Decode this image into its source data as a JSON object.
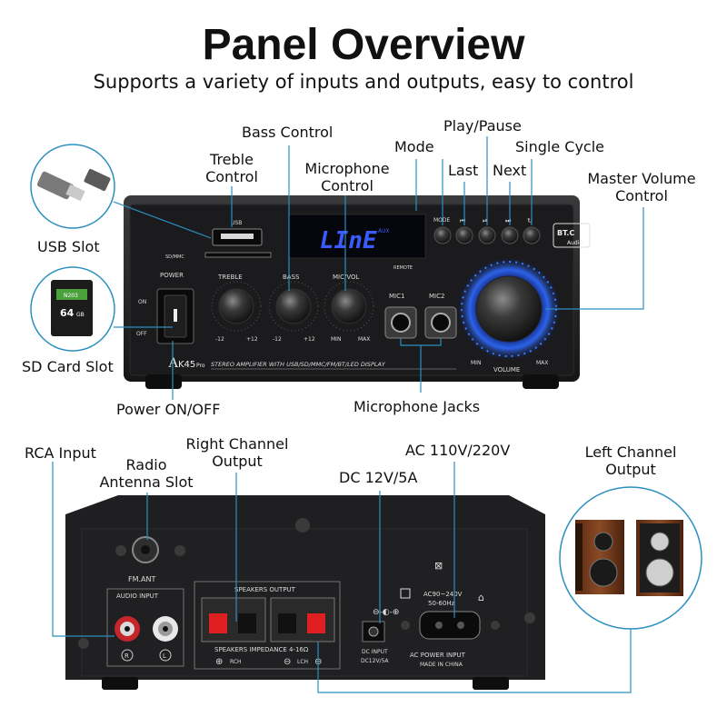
{
  "header": {
    "title": "Panel Overview",
    "subtitle": "Supports a variety of inputs and outputs, easy to control"
  },
  "front_panel": {
    "callouts": {
      "usb_slot": "USB Slot",
      "sd_card_slot": "SD Card Slot",
      "treble": "Treble\nControl",
      "bass": "Bass Control",
      "microphone": "Microphone\nControl",
      "mode": "Mode",
      "last": "Last",
      "play_pause": "Play/Pause",
      "next": "Next",
      "single_cycle": "Single Cycle",
      "master_volume": "Master Volume\nControl",
      "power": "Power ON/OFF",
      "mic_jacks": "Microphone Jacks"
    },
    "printed": {
      "usb": "USB",
      "sd": "SD/MMC",
      "power": "POWER",
      "on": "ON",
      "off": "OFF",
      "treble": "TREBLE",
      "bass": "BASS",
      "micvol": "MIC/VOL",
      "minus12": "-12",
      "plus12": "+12",
      "min": "MIN",
      "max": "MAX",
      "display": "LInE",
      "aux": "AUX",
      "remote": "REMOTE",
      "mode": "MODE",
      "mic1": "MIC1",
      "mic2": "MIC2",
      "bt": "BT.C",
      "bt_audio": "Audio",
      "model_a": "A",
      "model_k": "K45",
      "model_pro": "Pro",
      "tagline": "STEREO AMPLIFIER WITH USB/SD/MMC/FM/BT/LED DISPLAY",
      "volume": "VOLUME"
    }
  },
  "rear_panel": {
    "callouts": {
      "rca": "RCA Input",
      "antenna": "Radio\nAntenna Slot",
      "right_channel": "Right Channel\nOutput",
      "dc": "DC 12V/5A",
      "ac": "AC 110V/220V",
      "left_channel": "Left Channel\nOutput"
    },
    "printed": {
      "fm_ant": "FM.ANT",
      "audio_input": "AUDIO INPUT",
      "r": "R",
      "l": "L",
      "speakers_output": "SPEAKERS OUTPUT",
      "impedance": "SPEAKERS IMPEDANCE 4-16Ω",
      "rch": "RCH",
      "lch": "LCH",
      "dc_input": "DC INPUT",
      "dc_rating": "DC12V/5A",
      "ac_rating": "AC90~240V",
      "ac_freq": "50-60Hz",
      "ac_power": "AC POWER INPUT",
      "made_in": "MADE IN CHINA"
    }
  },
  "colors": {
    "display_blue": "#3b5bff",
    "volume_glow": "#2f6bff",
    "callout_line": "#2a8fc0",
    "chassis": "#1c1c1e"
  }
}
